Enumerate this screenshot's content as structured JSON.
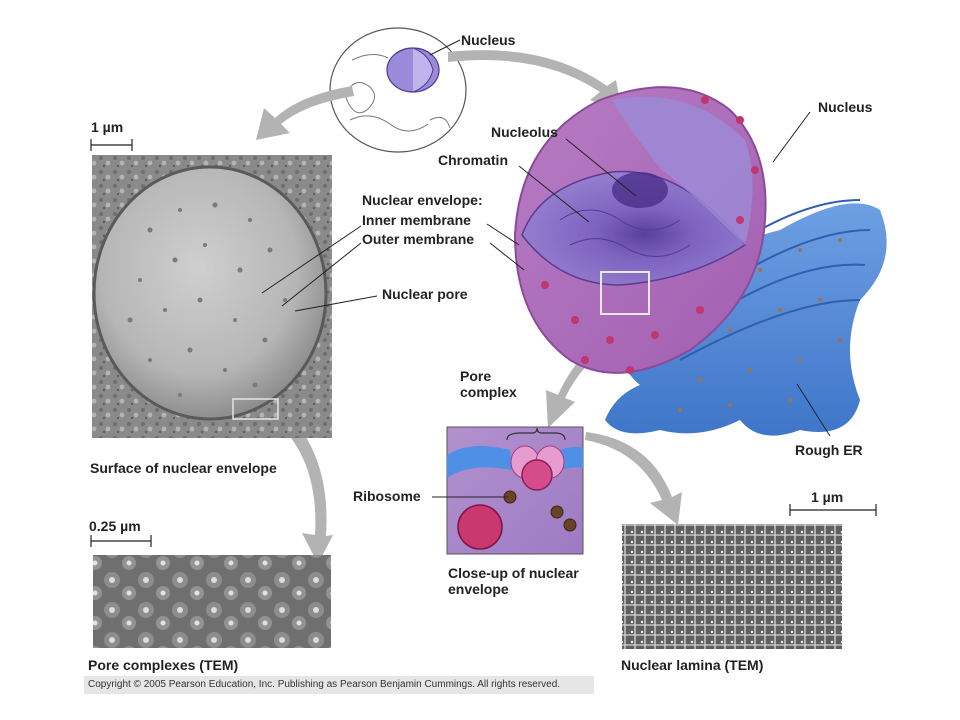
{
  "labels": {
    "nucleus_top": "Nucleus",
    "nucleus_right": "Nucleus",
    "nucleolus": "Nucleolus",
    "chromatin": "Chromatin",
    "envelope_heading": "Nuclear envelope:",
    "inner_membrane": "Inner membrane",
    "outer_membrane": "Outer membrane",
    "nuclear_pore": "Nuclear pore",
    "pore_complex": "Pore\ncomplex",
    "ribosome": "Ribosome",
    "rough_er": "Rough ER",
    "surface_caption": "Surface of nuclear envelope",
    "closeup_caption": "Close-up of nuclear\nenvelope",
    "pore_complexes_caption": "Pore complexes (TEM)",
    "lamina_caption": "Nuclear lamina (TEM)"
  },
  "scale_bars": {
    "surface": "1 µm",
    "pores": "0.25 µm",
    "lamina": "1 µm"
  },
  "copyright": "Copyright © 2005 Pearson Education, Inc. Publishing as Pearson Benjamin Cummings. All rights reserved.",
  "colors": {
    "nucleus_purple": "#8a6fc4",
    "envelope_pink": "#c77bbf",
    "er_blue": "#5b8fd9",
    "arrow_gray": "#b3b3b3",
    "micrograph_gray": "#9e9e9e"
  }
}
